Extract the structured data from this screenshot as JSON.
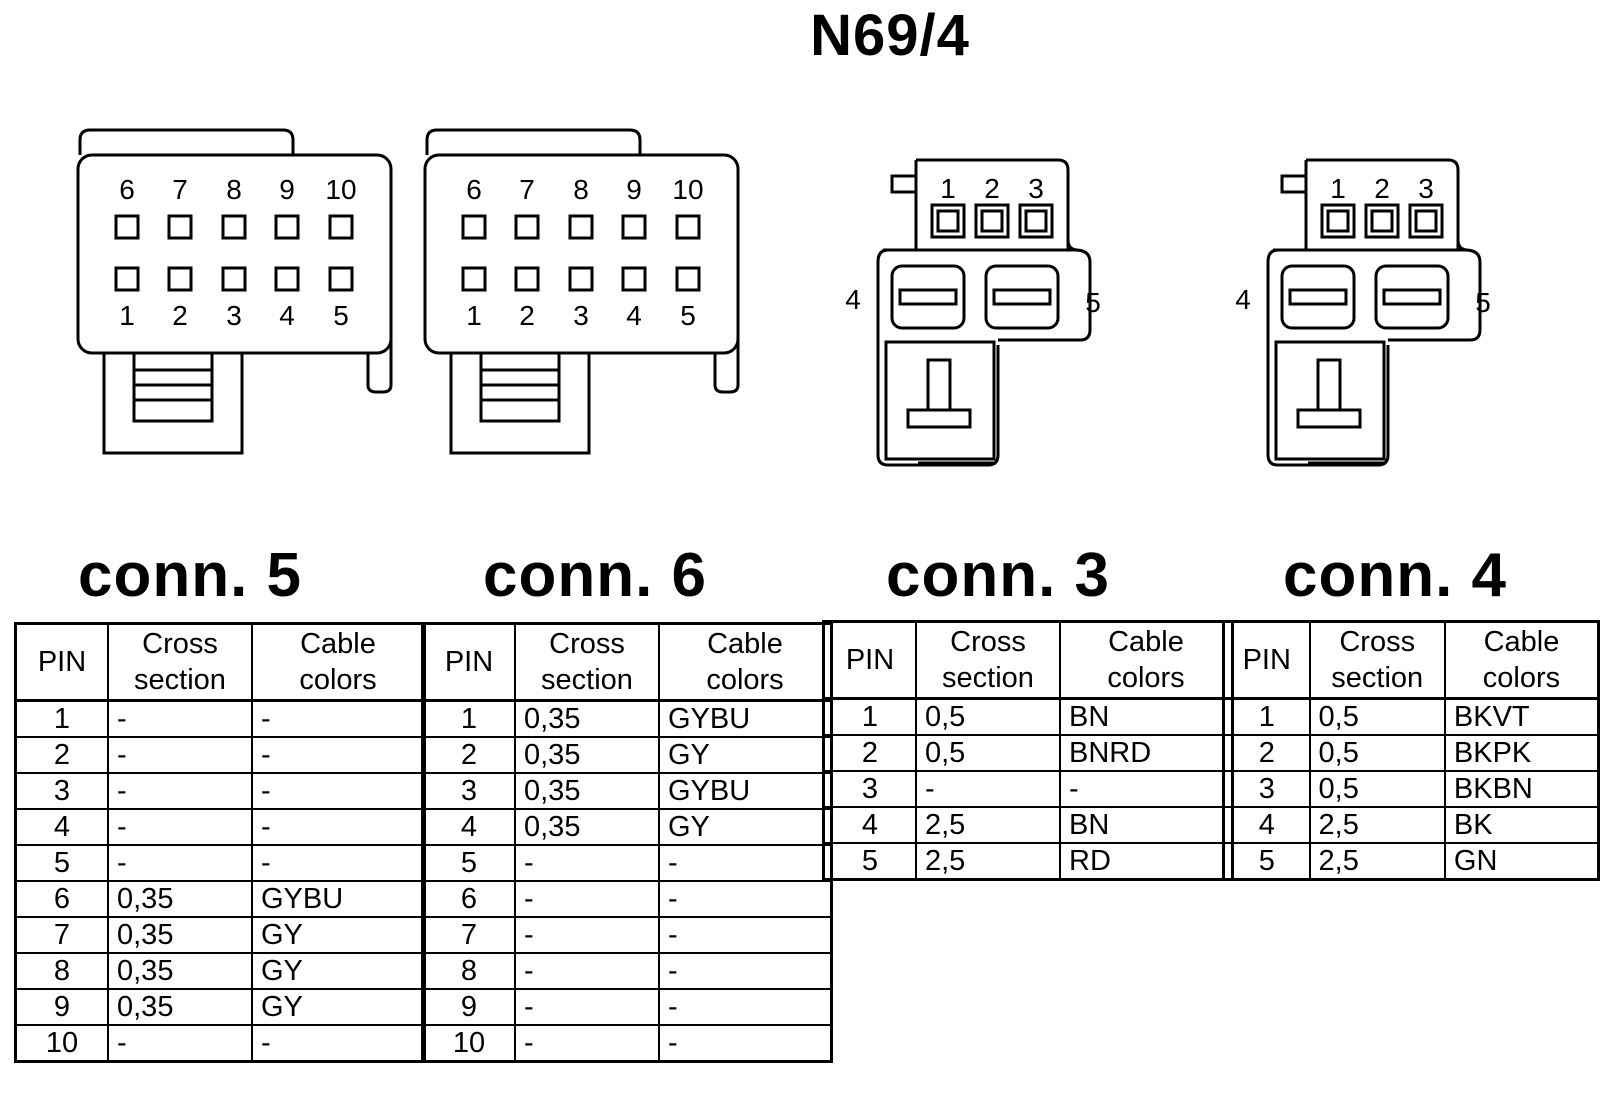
{
  "title": "N69/4",
  "connectors": [
    {
      "label": "conn. 5",
      "pin_numbers_top": [
        "6",
        "7",
        "8",
        "9",
        "10"
      ],
      "pin_numbers_bottom": [
        "1",
        "2",
        "3",
        "4",
        "5"
      ],
      "headers": {
        "pin": "PIN",
        "cross_section": "Cross section",
        "cable_colors": "Cable colors"
      },
      "rows": [
        {
          "pin": "1",
          "cross_section": "-",
          "cable_colors": "-"
        },
        {
          "pin": "2",
          "cross_section": "-",
          "cable_colors": "-"
        },
        {
          "pin": "3",
          "cross_section": "-",
          "cable_colors": "-"
        },
        {
          "pin": "4",
          "cross_section": "-",
          "cable_colors": "-"
        },
        {
          "pin": "5",
          "cross_section": "-",
          "cable_colors": "-"
        },
        {
          "pin": "6",
          "cross_section": "0,35",
          "cable_colors": "GYBU"
        },
        {
          "pin": "7",
          "cross_section": "0,35",
          "cable_colors": "GY"
        },
        {
          "pin": "8",
          "cross_section": "0,35",
          "cable_colors": "GY"
        },
        {
          "pin": "9",
          "cross_section": "0,35",
          "cable_colors": "GY"
        },
        {
          "pin": "10",
          "cross_section": "-",
          "cable_colors": "-"
        }
      ]
    },
    {
      "label": "conn. 6",
      "pin_numbers_top": [
        "6",
        "7",
        "8",
        "9",
        "10"
      ],
      "pin_numbers_bottom": [
        "1",
        "2",
        "3",
        "4",
        "5"
      ],
      "headers": {
        "pin": "PIN",
        "cross_section": "Cross section",
        "cable_colors": "Cable colors"
      },
      "rows": [
        {
          "pin": "1",
          "cross_section": "0,35",
          "cable_colors": "GYBU"
        },
        {
          "pin": "2",
          "cross_section": "0,35",
          "cable_colors": "GY"
        },
        {
          "pin": "3",
          "cross_section": "0,35",
          "cable_colors": "GYBU"
        },
        {
          "pin": "4",
          "cross_section": "0,35",
          "cable_colors": "GY"
        },
        {
          "pin": "5",
          "cross_section": "-",
          "cable_colors": "-"
        },
        {
          "pin": "6",
          "cross_section": "-",
          "cable_colors": "-"
        },
        {
          "pin": "7",
          "cross_section": "-",
          "cable_colors": "-"
        },
        {
          "pin": "8",
          "cross_section": "-",
          "cable_colors": "-"
        },
        {
          "pin": "9",
          "cross_section": "-",
          "cable_colors": "-"
        },
        {
          "pin": "10",
          "cross_section": "-",
          "cable_colors": "-"
        }
      ]
    },
    {
      "label": "conn. 3",
      "pin_numbers_top": [
        "1",
        "2",
        "3"
      ],
      "pin_numbers_side": [
        "4",
        "5"
      ],
      "headers": {
        "pin": "PIN",
        "cross_section": "Cross section",
        "cable_colors": "Cable colors"
      },
      "rows": [
        {
          "pin": "1",
          "cross_section": "0,5",
          "cable_colors": "BN"
        },
        {
          "pin": "2",
          "cross_section": "0,5",
          "cable_colors": "BNRD"
        },
        {
          "pin": "3",
          "cross_section": "-",
          "cable_colors": "-"
        },
        {
          "pin": "4",
          "cross_section": "2,5",
          "cable_colors": "BN"
        },
        {
          "pin": "5",
          "cross_section": "2,5",
          "cable_colors": "RD"
        }
      ]
    },
    {
      "label": "conn. 4",
      "pin_numbers_top": [
        "1",
        "2",
        "3"
      ],
      "pin_numbers_side": [
        "4",
        "5"
      ],
      "headers": {
        "pin": "PIN",
        "cross_section": "Cross section",
        "cable_colors": "Cable colors"
      },
      "rows": [
        {
          "pin": "1",
          "cross_section": "0,5",
          "cable_colors": "BKVT"
        },
        {
          "pin": "2",
          "cross_section": "0,5",
          "cable_colors": "BKPK"
        },
        {
          "pin": "3",
          "cross_section": "0,5",
          "cable_colors": "BKBN"
        },
        {
          "pin": "4",
          "cross_section": "2,5",
          "cable_colors": "BK"
        },
        {
          "pin": "5",
          "cross_section": "2,5",
          "cable_colors": "GN"
        }
      ]
    }
  ]
}
